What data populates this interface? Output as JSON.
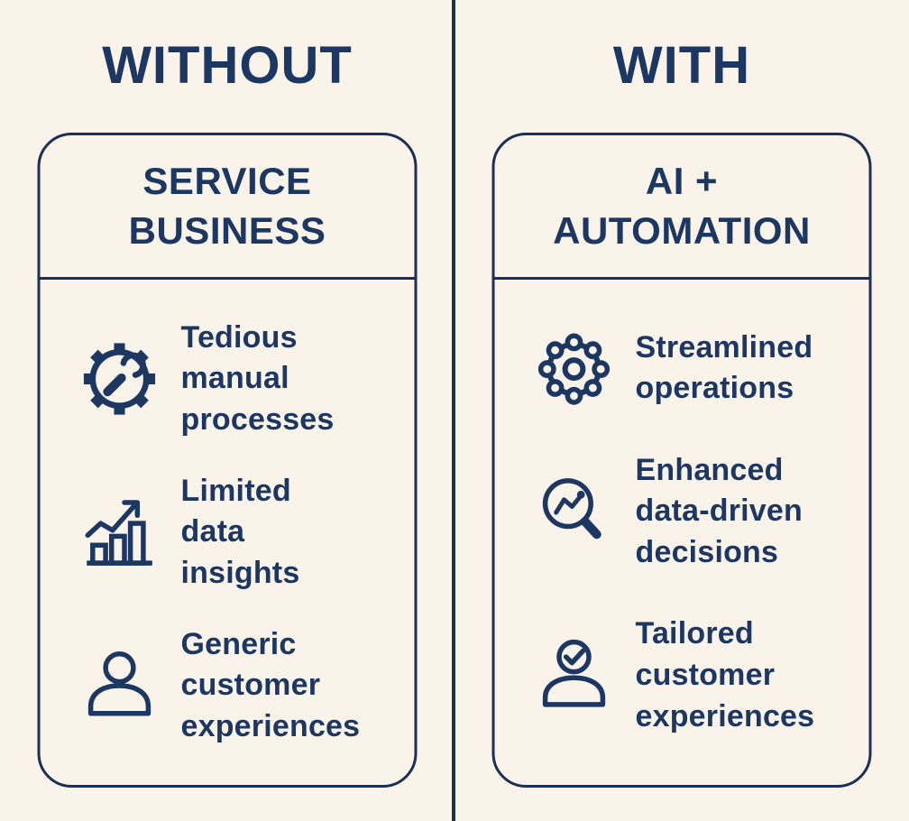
{
  "colors": {
    "background": "#faf3ea",
    "navy_text": "#1d3763",
    "navy_line": "#1b3054"
  },
  "left": {
    "title": "WITHOUT",
    "card_title_lines": [
      "SERVICE",
      "BUSINESS"
    ],
    "items": [
      {
        "icon": "gear-wrench-icon",
        "lines": [
          "Tedious",
          "manual",
          "processes"
        ]
      },
      {
        "icon": "bar-chart-growth-icon",
        "lines": [
          "Limited",
          "data",
          "insights"
        ]
      },
      {
        "icon": "person-icon",
        "lines": [
          "Generic",
          "customer",
          "experiences"
        ]
      }
    ]
  },
  "right": {
    "title": "WITH",
    "card_title_lines": [
      "AI +",
      "AUTOMATION"
    ],
    "items": [
      {
        "icon": "rounded-gear-icon",
        "lines": [
          "Streamlined",
          "operations"
        ]
      },
      {
        "icon": "magnifier-trend-icon",
        "lines": [
          "Enhanced",
          "data-driven",
          "decisions"
        ]
      },
      {
        "icon": "person-check-icon",
        "lines": [
          "Tailored",
          "customer",
          "experiences"
        ]
      }
    ]
  }
}
